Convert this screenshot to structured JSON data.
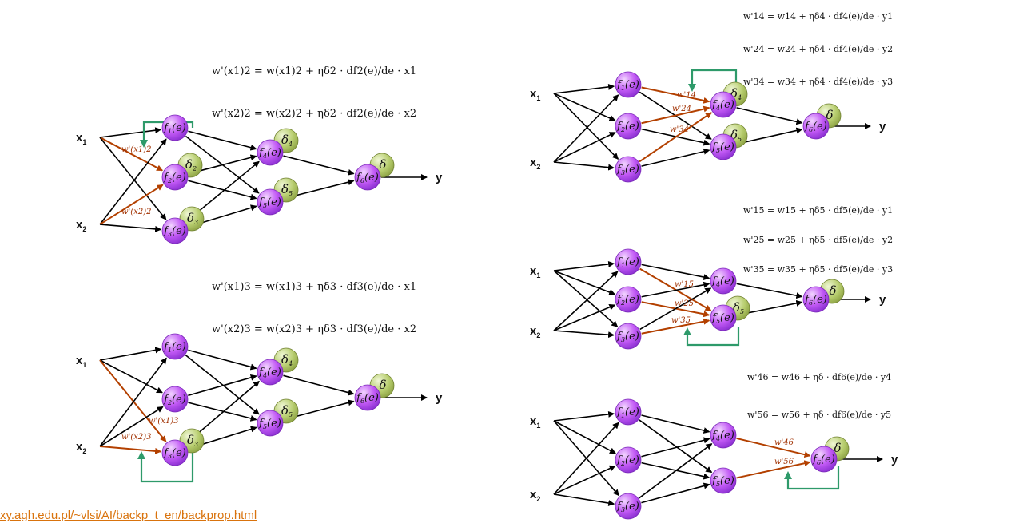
{
  "labels": {
    "x": "x",
    "y": "y",
    "delta": "δ"
  },
  "source_link": "xy.agh.edu.pl/~vlsi/AI/backp_t_en/backprop.html",
  "equations": {
    "p1_a": "w'(x1)2 = w(x1)2 + ηδ2 · df2(e)/de · x1",
    "p1_b": "w'(x2)2 = w(x2)2 + ηδ2 · df2(e)/de · x2",
    "p2_a": "w'(x1)3 = w(x1)3 + ηδ3 · df3(e)/de · x1",
    "p2_b": "w'(x2)3 = w(x2)3 + ηδ3 · df3(e)/de · x2",
    "p3_a": "w'14 = w14 + ηδ4 · df4(e)/de · y1",
    "p3_b": "w'24 = w24 + ηδ4 · df4(e)/de · y2",
    "p3_c": "w'34 = w34 + ηδ4 · df4(e)/de · y3",
    "p4_a": "w'15 = w15 + ηδ5 · df5(e)/de · y1",
    "p4_b": "w'25 = w25 + ηδ5 · df5(e)/de · y2",
    "p4_c": "w'35 = w35 + ηδ5 · df5(e)/de · y3",
    "p5_a": "w'46 = w46 + ηδ · df6(e)/de · y4",
    "p5_b": "w'56 = w56 + ηδ · df6(e)/de · y5"
  },
  "weight_labels": {
    "p1": [
      "w'(x1)2",
      "w'(x2)2"
    ],
    "p2": [
      "w'(x1)3",
      "w'(x2)3"
    ],
    "p3": [
      "w'14",
      "w'24",
      "w'34"
    ],
    "p4": [
      "w'15",
      "w'25",
      "w'35"
    ],
    "p5": [
      "w'46",
      "w'56"
    ]
  },
  "colors": {
    "node": "#b84cf0",
    "delta": "#a8c25a",
    "highlight": "#b34000",
    "feedback": "#2e9a6a",
    "edge": "#000000",
    "link": "#d9730d"
  }
}
